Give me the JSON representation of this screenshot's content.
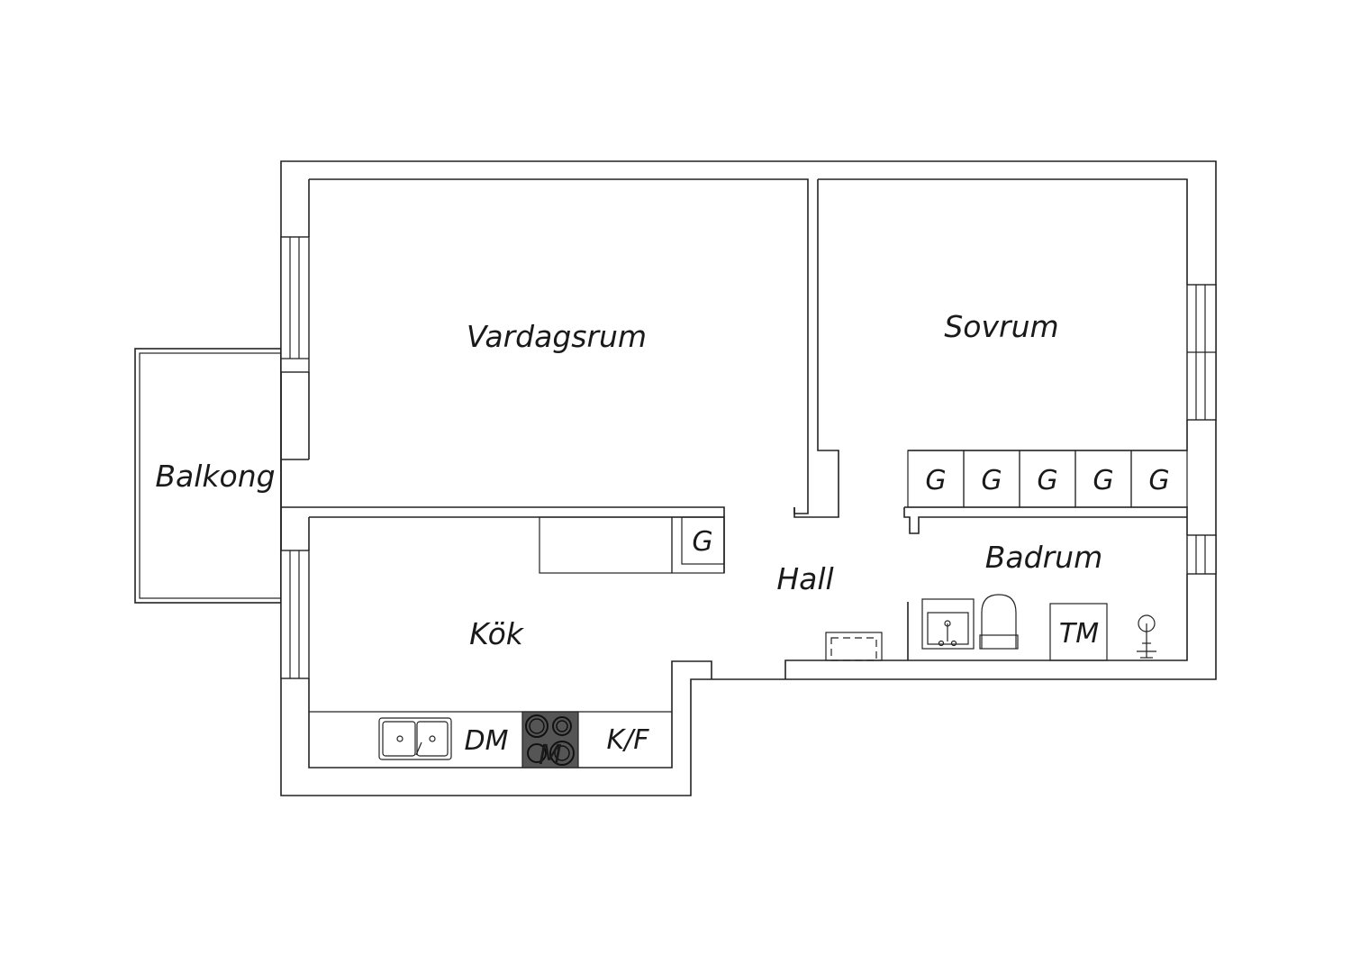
{
  "rooms": {
    "vardagsrum": "Vardagsrum",
    "sovrum": "Sovrum",
    "balkong": "Balkong",
    "kok": "Kök",
    "hall": "Hall",
    "badrum": "Badrum"
  },
  "fixtures": {
    "wardrobe": "G",
    "dishwasher": "DM",
    "stove": "M",
    "fridge_freezer": "K/F",
    "washing_machine": "TM"
  },
  "colors": {
    "line": "#222222",
    "stove_fill": "#555555",
    "background": "#ffffff"
  }
}
